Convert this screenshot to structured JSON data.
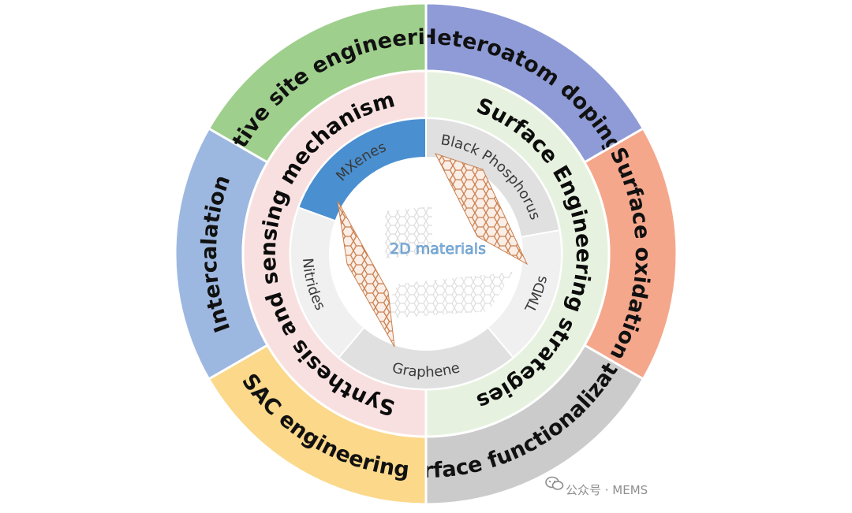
{
  "diagram": {
    "center_label": "2D materials",
    "outer_ring": [
      {
        "label": "Heteroatom doping",
        "color": "#8e9bd6"
      },
      {
        "label": "Surface oxidation",
        "color": "#f5a78c"
      },
      {
        "label": "Surface functionalization",
        "color": "#cbcbcb"
      },
      {
        "label": "SAC engineering",
        "color": "#fbd88a"
      },
      {
        "label": "Intercalation",
        "color": "#9db8e0"
      },
      {
        "label": "Active site engineering",
        "color": "#9fcf8c"
      }
    ],
    "middle_ring": [
      {
        "label": "Surface Engineering strategies",
        "color": "#e6f2df"
      },
      {
        "label": "Synthesis and sensing mechanism",
        "color": "#f9e0e0"
      }
    ],
    "inner_ring": [
      {
        "label": "Black Phosphorus",
        "color": "#e0e0e0"
      },
      {
        "label": "TMDs",
        "color": "#f0f0f0"
      },
      {
        "label": "Graphene",
        "color": "#e0e0e0"
      },
      {
        "label": "Nitrides",
        "color": "#f0f0f0"
      },
      {
        "label": "MXenes",
        "color": "#4a8fd0"
      }
    ]
  },
  "watermark": {
    "text": "公众号 · MEMS",
    "icon": "wechat-icon"
  }
}
